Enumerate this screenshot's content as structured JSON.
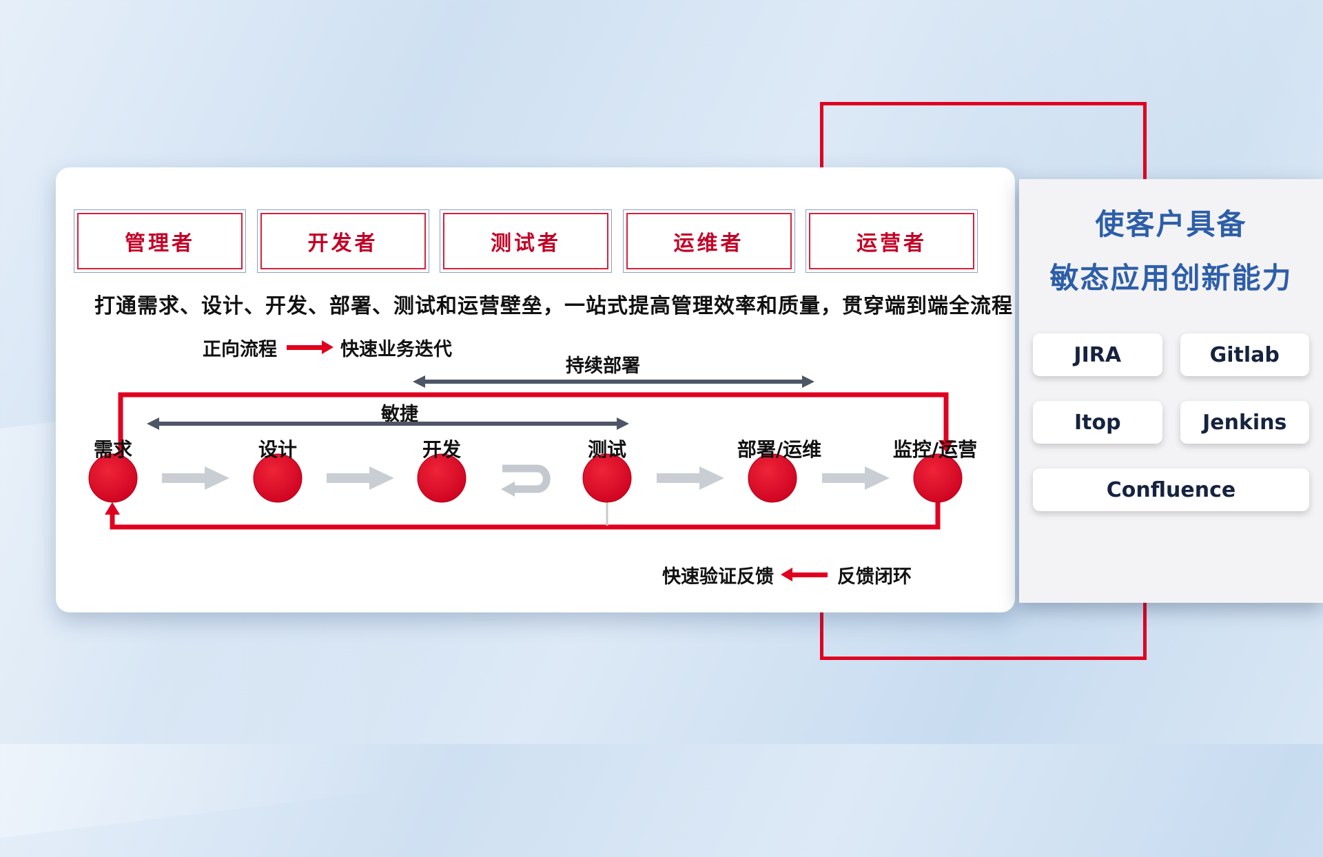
{
  "colors": {
    "accent_red": "#e0001f",
    "circle_red": "#d40022",
    "dark_arrow": "#4d5666",
    "gray_arrow": "#c9ced4",
    "title_blue": "#2d5ea9"
  },
  "roles": [
    "管理者",
    "开发者",
    "测试者",
    "运维者",
    "运营者"
  ],
  "description": "打通需求、设计、开发、部署、测试和运营壁垒，一站式提高管理效率和质量，贯穿端到端全流程",
  "legend_forward": {
    "label": "正向流程",
    "text": "快速业务迭代"
  },
  "legend_feedback": {
    "label": "快速验证反馈",
    "text": "反馈闭环"
  },
  "flow": {
    "agile": "敏捷",
    "continuous_deploy": "持续部署",
    "stages": [
      "需求",
      "设计",
      "开发",
      "测试",
      "部署/运维",
      "监控/运营"
    ]
  },
  "panel": {
    "title_line1": "使客户具备",
    "title_line2": "敏态应用创新能力",
    "tools": [
      "JIRA",
      "Gitlab",
      "Itop",
      "Jenkins",
      "Confluence"
    ]
  }
}
